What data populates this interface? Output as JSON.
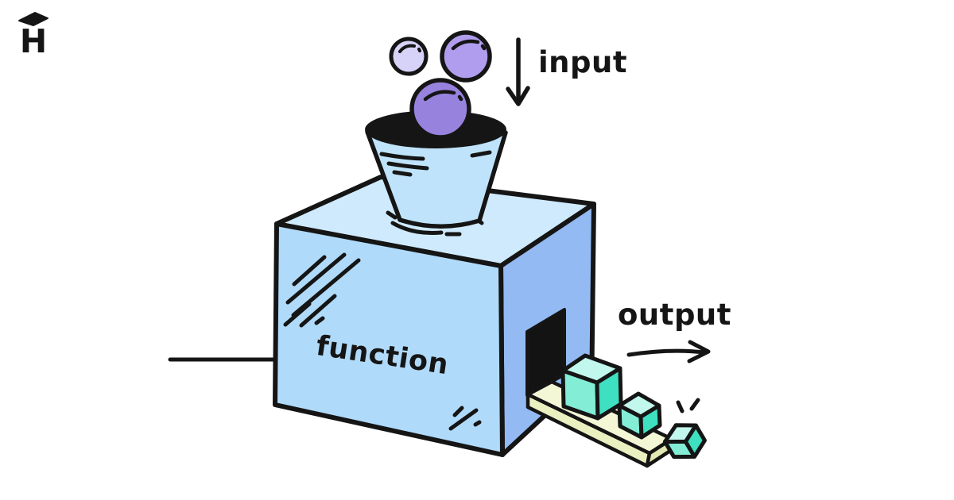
{
  "logo": {
    "letter": "H"
  },
  "labels": {
    "input": "input",
    "output": "output",
    "function": "function"
  },
  "colors": {
    "ink": "#151515",
    "box-front": "#b0daf9",
    "box-top": "#cfeafd",
    "box-right": "#93baf2",
    "funnel-body": "#bfe3fb",
    "door": "#131313",
    "ramp-top": "#f4f7d6",
    "ramp-side": "#eaf0c0",
    "ramp-end": "#e2e9b2",
    "cube-top": "#c2f7ed",
    "cube-left": "#83edd6",
    "cube-right": "#3ee0c1",
    "sphere-small": "#d7d3f8",
    "sphere-large": "#b19dee",
    "sphere-falling": "#9782de"
  },
  "scene": {
    "description": "function machine: spheres fall into funnel (input), cubes exit on ramp (output)",
    "input_spheres": [
      "small",
      "large",
      "falling"
    ],
    "output_cubes": [
      "large",
      "medium",
      "small-tumbling"
    ]
  }
}
